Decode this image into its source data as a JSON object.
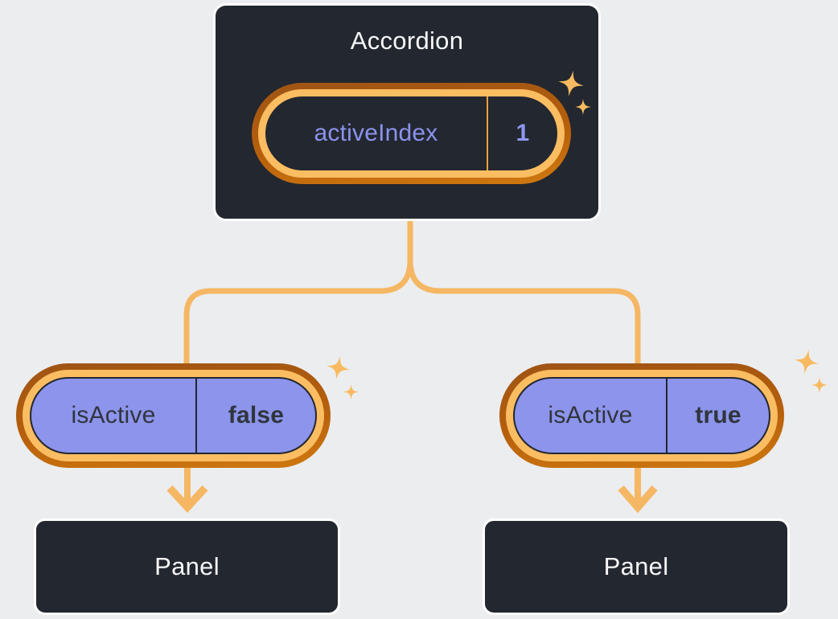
{
  "colors": {
    "bg": "#ECEDEF",
    "node_fill": "#23272F",
    "node_border": "#FFFFFF",
    "node_text": "#F6F7F9",
    "pill_fill": "#8C94EC",
    "pill_text": "#30353C",
    "pill_outline": "#23272F",
    "state_label": "#8B93EE",
    "state_value": "#8E98F2",
    "state_divider": "#E9A23B",
    "ring_inner": "#FABD62",
    "ring_outer_dark": "#9F5414",
    "ring_outer_mid": "#B65F0C",
    "ring_outer_light": "#CF7910",
    "edge": "#F5B763",
    "sparkle": "#F8BA60"
  },
  "icons": {
    "sparkle": "four-point-star"
  },
  "nodes": {
    "accordion": {
      "title": "Accordion",
      "state": {
        "label": "activeIndex",
        "value": "1"
      }
    },
    "panel_left": {
      "title": "Panel"
    },
    "panel_right": {
      "title": "Panel"
    }
  },
  "props": {
    "left": {
      "label": "isActive",
      "value": "false"
    },
    "right": {
      "label": "isActive",
      "value": "true"
    }
  }
}
